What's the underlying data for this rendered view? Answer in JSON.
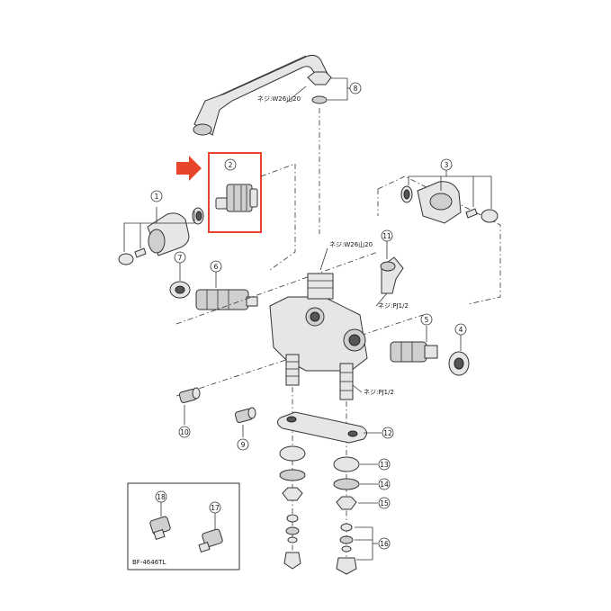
{
  "callouts": [
    {
      "id": "1",
      "text": "1"
    },
    {
      "id": "2",
      "text": "2"
    },
    {
      "id": "3",
      "text": "3"
    },
    {
      "id": "4",
      "text": "4"
    },
    {
      "id": "5",
      "text": "5"
    },
    {
      "id": "6",
      "text": "6"
    },
    {
      "id": "7",
      "text": "7"
    },
    {
      "id": "8",
      "text": "8"
    },
    {
      "id": "9",
      "text": "9"
    },
    {
      "id": "10",
      "text": "10"
    },
    {
      "id": "11",
      "text": "11"
    },
    {
      "id": "12",
      "text": "12"
    },
    {
      "id": "13",
      "text": "13"
    },
    {
      "id": "14",
      "text": "14"
    },
    {
      "id": "15",
      "text": "15"
    },
    {
      "id": "16",
      "text": "16"
    },
    {
      "id": "17",
      "text": "17"
    },
    {
      "id": "18",
      "text": "18"
    }
  ],
  "labels": {
    "neji_w26_top": "ネジ:W26山20",
    "neji_w26_mid": "ネジ:W26山20",
    "neji_pj_upper": "ネジ:PJ1/2",
    "neji_pj_lower": "ネジ:PJ1/2",
    "inset_model": "BF-4646TL"
  },
  "highlight_color": "#e8462a",
  "arrow_icon": "right-arrow-icon"
}
